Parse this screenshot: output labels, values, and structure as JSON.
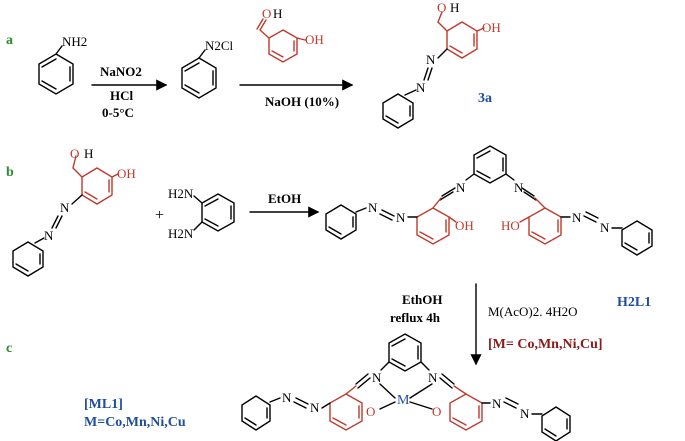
{
  "colors": {
    "section_label": "#2e8b2e",
    "red_fragment": "#c0392b",
    "blue_label": "#1f4e9c",
    "maroon_label": "#8b1a1a",
    "bond": "#000000"
  },
  "section_labels": {
    "a": "a",
    "b": "b",
    "c": "c"
  },
  "atoms": {
    "NH2": "NH2",
    "N2Cl": "N2Cl",
    "O": "O",
    "H": "H",
    "OH": "OH",
    "HO": "HO",
    "N": "N",
    "H2N": "H2N",
    "M": "M",
    "plus": "+"
  },
  "reagents": {
    "step_a1_top": "NaNO2",
    "step_a1_mid": "HCl",
    "step_a1_bot": "0-5°C",
    "step_a2": "NaOH (10%)",
    "step_b": "EtOH",
    "step_c_left1": "EthOH",
    "step_c_left2": "reflux 4h",
    "step_c_right1": "M(AcO)2. 4H2O"
  },
  "compound_labels": {
    "product_3a": "3a",
    "ligand": "H2L1",
    "metal_list": "[M= Co,Mn,Ni,Cu]",
    "complex_top": "[ML1]",
    "complex_bottom": "M=Co,Mn,Ni,Cu"
  }
}
